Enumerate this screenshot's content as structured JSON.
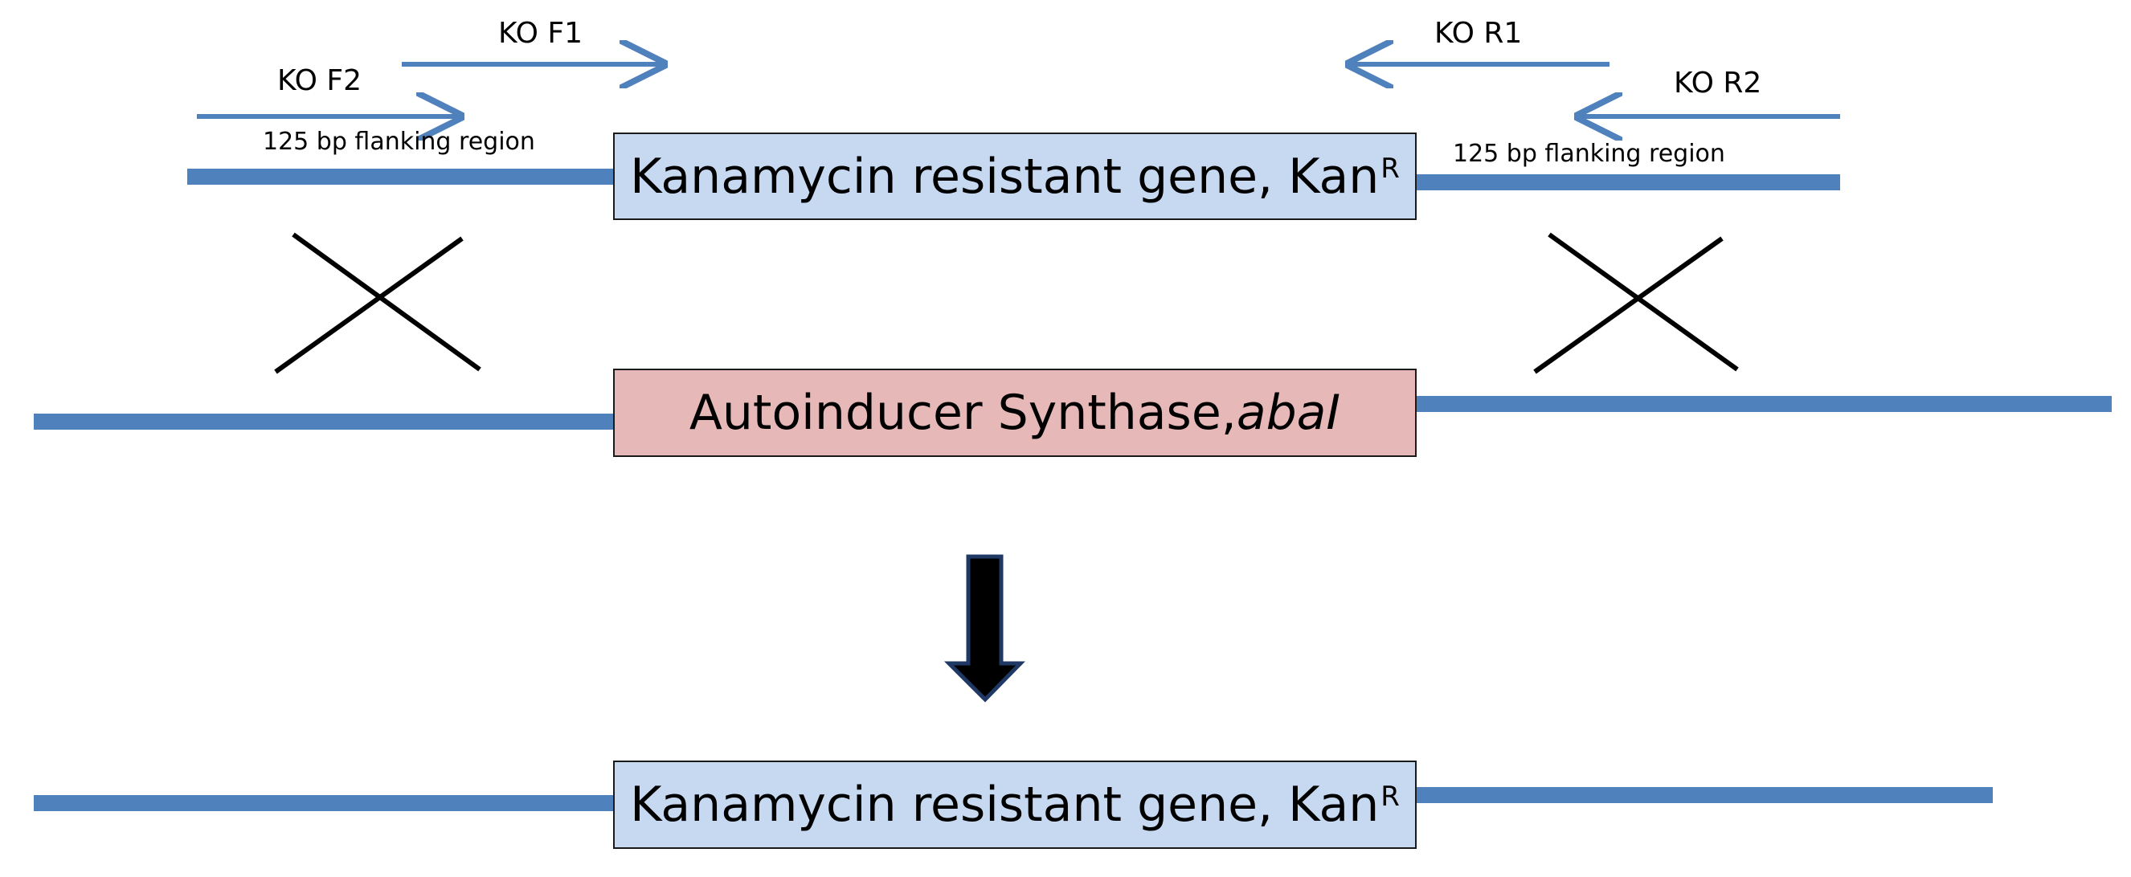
{
  "primers": {
    "ko_f1": "KO F1",
    "ko_f2": "KO F2",
    "ko_r1": "KO R1",
    "ko_r2": "KO R2"
  },
  "flanking": {
    "left": "125 bp flanking region",
    "right": "125 bp flanking region"
  },
  "genes": {
    "kan_text": "Kanamycin resistant gene, Kan",
    "kan_superscript": "R",
    "aba_text": "Autoinducer Synthase, ",
    "aba_italic": "abaI"
  },
  "colors": {
    "dna_line": "#4f81bd",
    "kan_box": "#c6d9f1",
    "aba_box": "#e6b9b8",
    "crossover": "#000000",
    "arrow_fill": "#000000",
    "arrow_outline": "#1f3864"
  },
  "icons": {
    "crossover": "x-cross-icon",
    "result_arrow": "down-arrow-icon"
  }
}
